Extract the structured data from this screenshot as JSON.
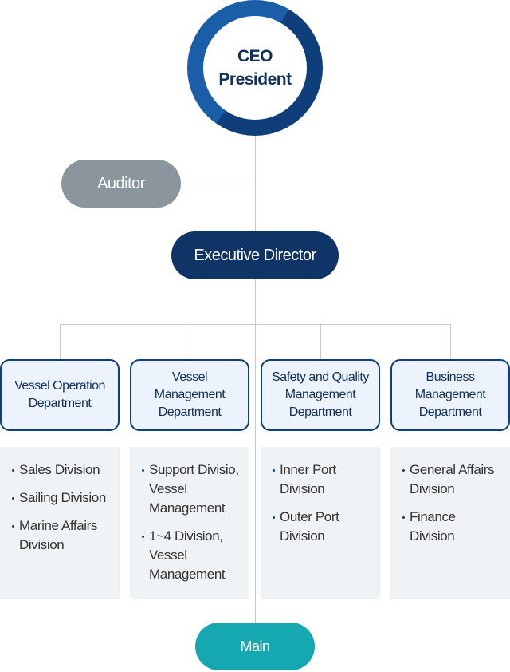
{
  "ceo": {
    "line1": "CEO",
    "line2": "President"
  },
  "auditor": "Auditor",
  "executive": "Executive Director",
  "main": "Main",
  "departments": [
    {
      "name": "Vessel Operation Department",
      "items": [
        "Sales Division",
        "Sailing Division",
        "Marine Affairs Division"
      ]
    },
    {
      "name": "Vessel Management Department",
      "items": [
        "Support Divisio, Vessel Management",
        "1~4 Division, Vessel Management"
      ]
    },
    {
      "name": "Safety and Quality Management Department",
      "items": [
        "Inner Port Division",
        "Outer Port Division"
      ]
    },
    {
      "name": "Business Management Department",
      "items": [
        "General Affairs Division",
        "Finance Division"
      ]
    }
  ],
  "colors": {
    "dark": "#0f3f7a",
    "light": "#1a5ea8",
    "auditor": "#8a959e",
    "main": "#16a8b0"
  }
}
